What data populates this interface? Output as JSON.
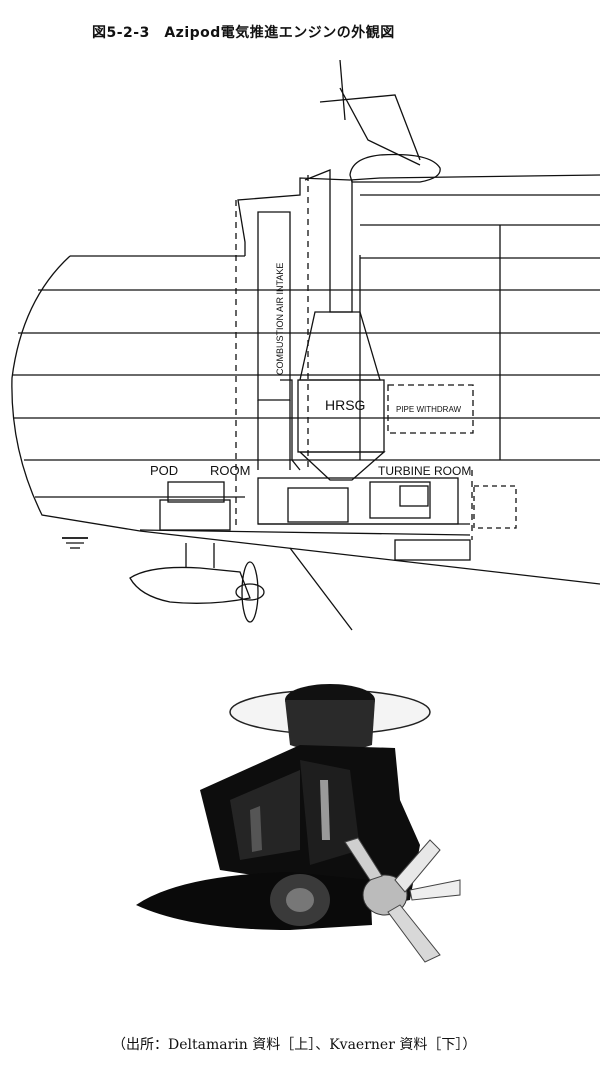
{
  "figure": {
    "title": "図5-2-3　Azipod電気推進エンジンの外観図",
    "source": "（出所：Deltamarin 資料［上］、Kvaerner 資料［下］）"
  },
  "diagram_labels": {
    "pod_room": "POD",
    "pod_room_2": "ROOM",
    "combustion": "COMBUSTION AIR INTAKE",
    "hrsg": "HRSG",
    "pipe_withdraw": "PIPE WITHDRAW",
    "turbine_room": "TURBINE ROOM"
  }
}
